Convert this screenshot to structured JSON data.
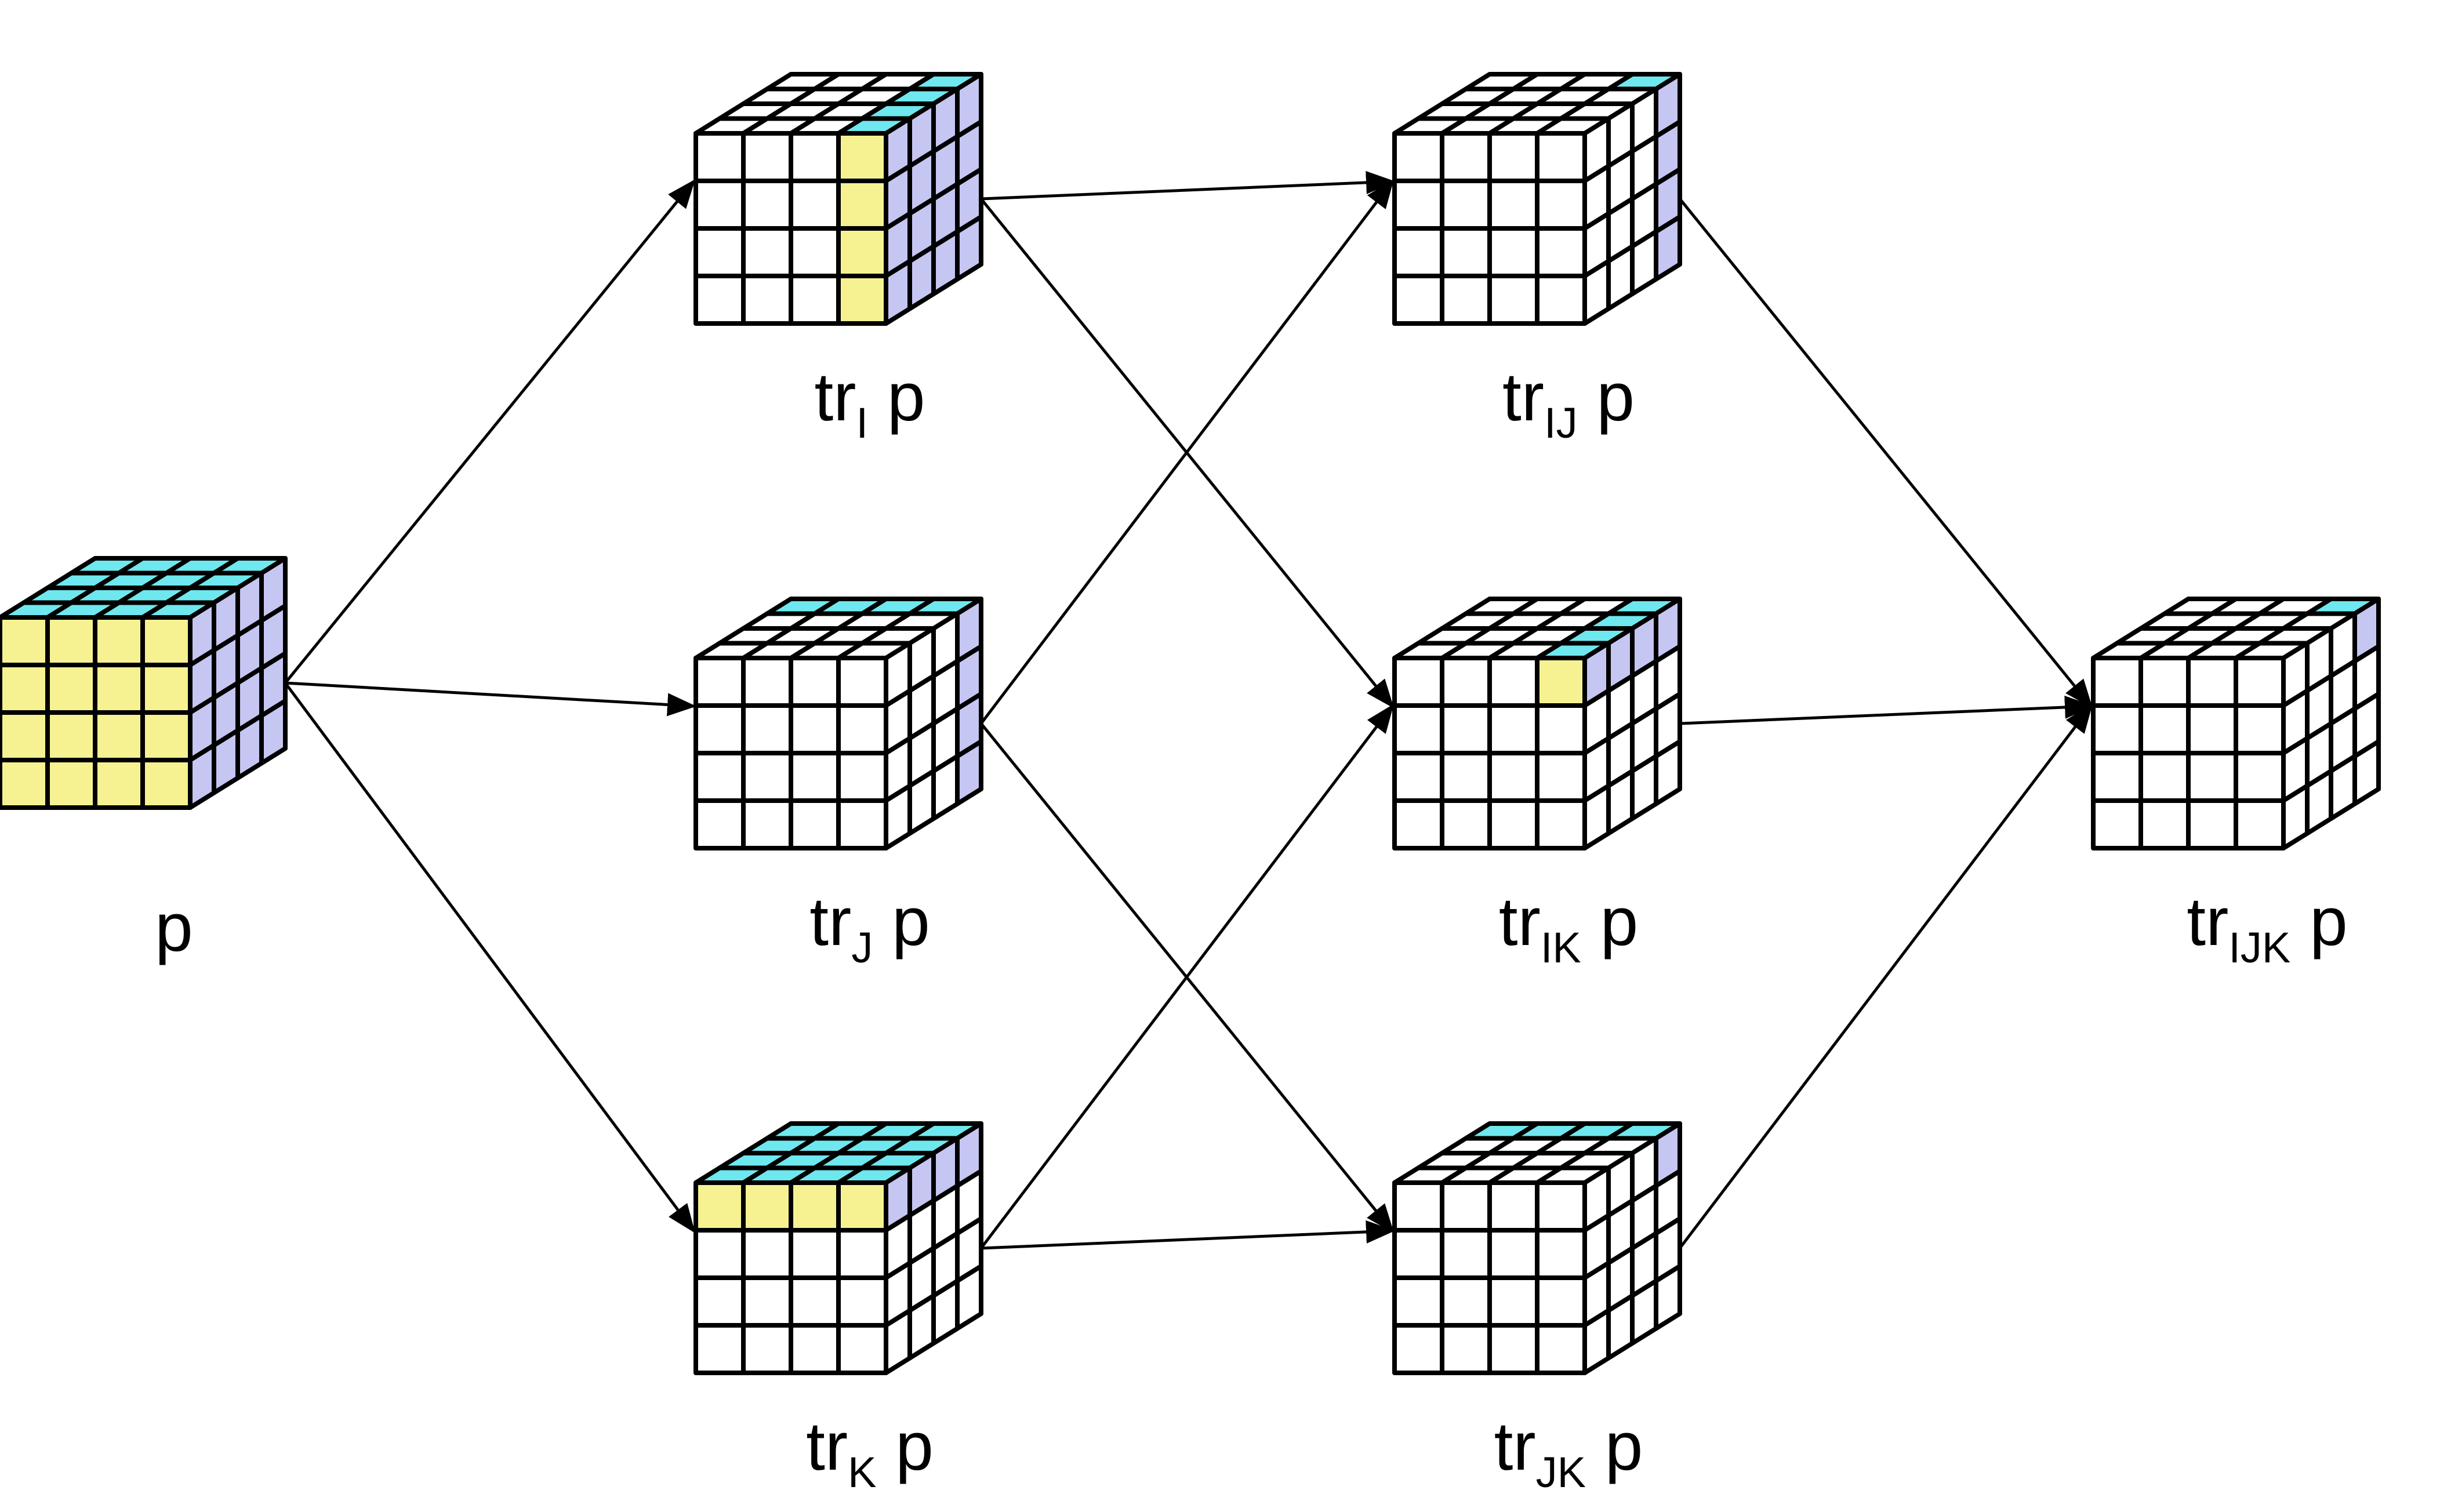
{
  "colors": {
    "top_shaded": "#6ee8ee",
    "front_shaded": "#f6f292",
    "side_shaded": "#c6c6f2",
    "unshaded": "#ffffff",
    "lines": "#000000"
  },
  "grid_size": 4,
  "cubes": [
    {
      "id": "p",
      "base": "p",
      "sub": "",
      "shade": {
        "i": [
          0,
          1,
          2,
          3
        ],
        "j": [
          0,
          1,
          2,
          3
        ],
        "k": [
          0,
          1,
          2,
          3
        ]
      }
    },
    {
      "id": "trI",
      "base": "tr",
      "sub": "I",
      "shade": {
        "i": [
          3
        ],
        "j": [
          0,
          1,
          2,
          3
        ],
        "k": [
          0,
          1,
          2,
          3
        ]
      }
    },
    {
      "id": "trJ",
      "base": "tr",
      "sub": "J",
      "shade": {
        "i": [
          0,
          1,
          2,
          3
        ],
        "j": [
          3
        ],
        "k": [
          0,
          1,
          2,
          3
        ]
      }
    },
    {
      "id": "trK",
      "base": "tr",
      "sub": "K",
      "shade": {
        "i": [
          0,
          1,
          2,
          3
        ],
        "j": [
          0,
          1,
          2,
          3
        ],
        "k": [
          0
        ]
      }
    },
    {
      "id": "trIJ",
      "base": "tr",
      "sub": "IJ",
      "shade": {
        "i": [
          3
        ],
        "j": [
          3
        ],
        "k": [
          0,
          1,
          2,
          3
        ]
      }
    },
    {
      "id": "trIK",
      "base": "tr",
      "sub": "IK",
      "shade": {
        "i": [
          3
        ],
        "j": [
          0,
          1,
          2,
          3
        ],
        "k": [
          0
        ]
      }
    },
    {
      "id": "trJK",
      "base": "tr",
      "sub": "JK",
      "shade": {
        "i": [
          0,
          1,
          2,
          3
        ],
        "j": [
          3
        ],
        "k": [
          0
        ]
      }
    },
    {
      "id": "trIJK",
      "base": "tr",
      "sub": "IJK",
      "shade": {
        "i": [
          3
        ],
        "j": [
          3
        ],
        "k": [
          0
        ]
      }
    }
  ],
  "arrows": [
    {
      "from": "p",
      "to": "trI"
    },
    {
      "from": "p",
      "to": "trJ"
    },
    {
      "from": "p",
      "to": "trK"
    },
    {
      "from": "trI",
      "to": "trIJ"
    },
    {
      "from": "trI",
      "to": "trIK"
    },
    {
      "from": "trJ",
      "to": "trIJ"
    },
    {
      "from": "trJ",
      "to": "trJK"
    },
    {
      "from": "trK",
      "to": "trIK"
    },
    {
      "from": "trK",
      "to": "trJK"
    },
    {
      "from": "trIJ",
      "to": "trIJK"
    },
    {
      "from": "trIK",
      "to": "trIJK"
    },
    {
      "from": "trJK",
      "to": "trIJK"
    }
  ]
}
